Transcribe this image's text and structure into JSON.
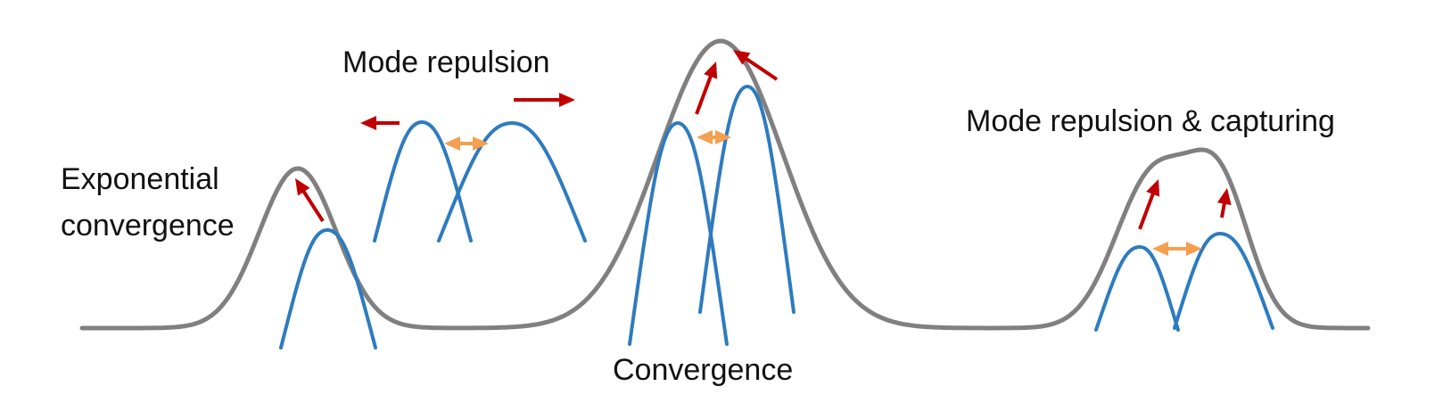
{
  "labels": {
    "mode_repulsion": "Mode repulsion",
    "exponential_line1": "Exponential",
    "exponential_line2": "convergence",
    "convergence": "Convergence",
    "mode_repulsion_capturing": "Mode repulsion & capturing"
  },
  "colors": {
    "target_density": "#808080",
    "particle_density": "#2e7bbf",
    "update_arrow": "#c00000",
    "repulsion_arrow": "#f5a050",
    "text": "#111111"
  }
}
